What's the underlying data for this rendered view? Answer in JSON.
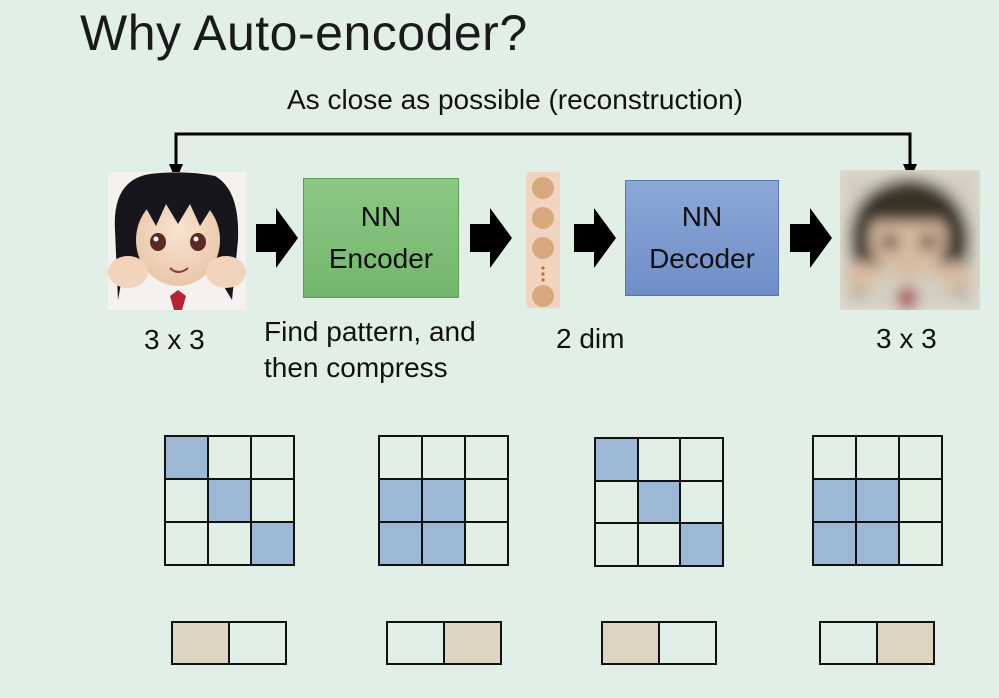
{
  "slide": {
    "title": "Why Auto-encoder?",
    "subtitle": "As close as possible  (reconstruction)"
  },
  "pipeline": {
    "input_label": "3 x 3",
    "encoder_line1": "NN",
    "encoder_line2": "Encoder",
    "encoder_caption_line1": "Find pattern, and",
    "encoder_caption_line2": "then compress",
    "code_label": "2 dim",
    "decoder_line1": "NN",
    "decoder_line2": "Decoder",
    "output_label": "3 x 3"
  },
  "colors": {
    "background": "#e2efe6",
    "encoder": "#7fbe78",
    "decoder": "#7d9bd0",
    "pattern_cell": "#9cb8d4",
    "code_cell": "#ddd4c2"
  },
  "patterns": [
    {
      "grid": [
        [
          1,
          0,
          0
        ],
        [
          0,
          1,
          0
        ],
        [
          0,
          0,
          1
        ]
      ],
      "code": [
        1,
        0
      ]
    },
    {
      "grid": [
        [
          0,
          0,
          0
        ],
        [
          1,
          1,
          0
        ],
        [
          1,
          1,
          0
        ]
      ],
      "code": [
        0,
        1
      ]
    },
    {
      "grid": [
        [
          1,
          0,
          0
        ],
        [
          0,
          1,
          0
        ],
        [
          0,
          0,
          1
        ]
      ],
      "code": [
        1,
        0
      ]
    },
    {
      "grid": [
        [
          0,
          0,
          0
        ],
        [
          1,
          1,
          0
        ],
        [
          1,
          1,
          0
        ]
      ],
      "code": [
        0,
        1
      ]
    }
  ]
}
